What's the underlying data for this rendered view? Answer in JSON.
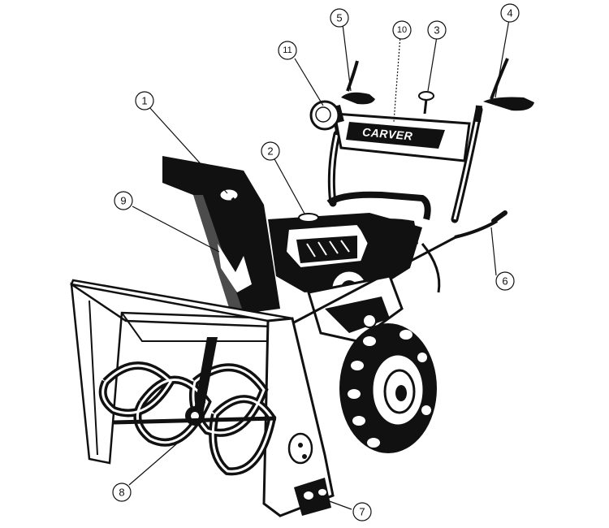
{
  "diagram": {
    "brand_label": "CARVER",
    "callouts": [
      "1",
      "2",
      "3",
      "4",
      "5",
      "6",
      "7",
      "8",
      "9",
      "10",
      "11"
    ],
    "colors": {
      "ink": "#111111",
      "paper": "#ffffff",
      "mid": "#cfcfcf"
    }
  }
}
